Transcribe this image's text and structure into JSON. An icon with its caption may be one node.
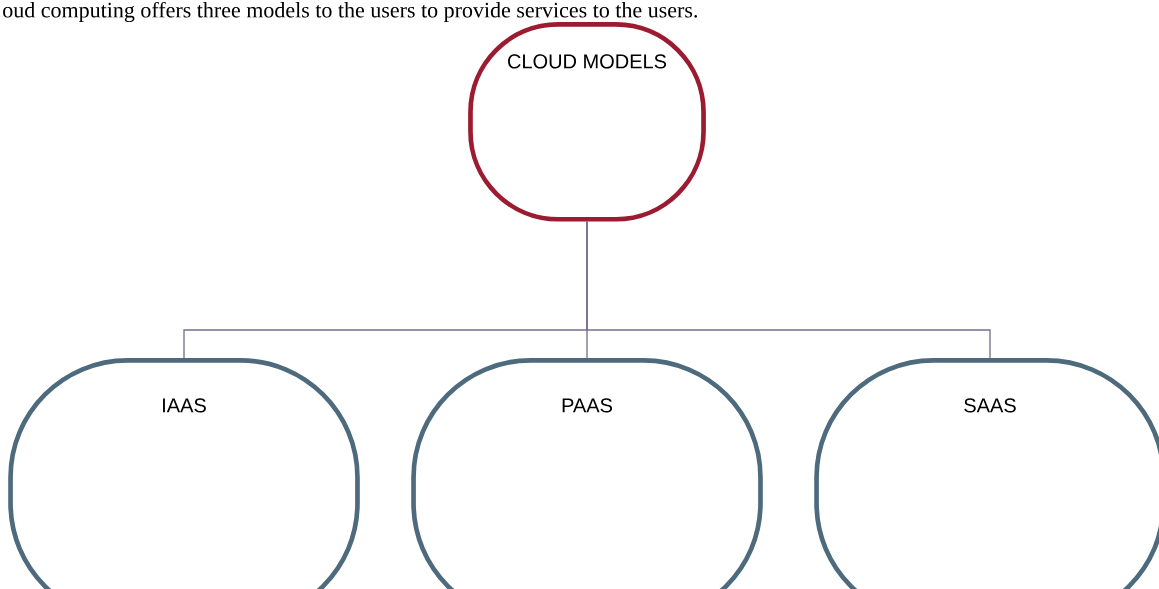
{
  "diagram": {
    "caption": "oud computing offers three models to the users to provide services to the users.",
    "nodes": [
      {
        "text": [
          "CLOUD MODELS"
        ]
      },
      {
        "text": [
          "IAAS"
        ]
      },
      {
        "text": [
          "PAAS"
        ]
      },
      {
        "text": [
          "SAAS"
        ]
      }
    ],
    "edges": [
      {
        "from": 0,
        "to": 1,
        "arrow": "none"
      },
      {
        "from": 0,
        "to": 2,
        "arrow": "none"
      },
      {
        "from": 0,
        "to": 3,
        "arrow": "none"
      }
    ]
  }
}
